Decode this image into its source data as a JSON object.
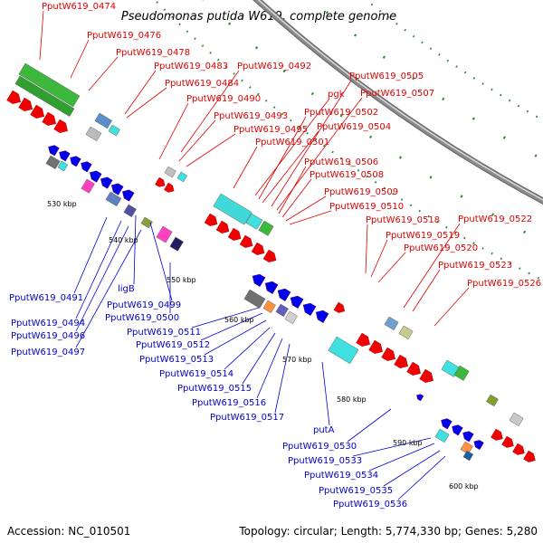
{
  "title": "Pseudomonas putida W619, complete genome",
  "footer": {
    "accession": "Accession: NC_010501",
    "summary": "Topology: circular; Length: 5,774,330 bp; Genes: 5,280"
  },
  "colors": {
    "forward_label": "#e00000",
    "reverse_label": "#0000d0",
    "backbone": "#8c8c8c",
    "tick_dots": "#2e8b2e"
  },
  "kbp_ticks": [
    "530 kbp",
    "540 kbp",
    "550 kbp",
    "560 kbp",
    "570 kbp",
    "580 kbp",
    "590 kbp",
    "600 kbp"
  ],
  "forward_genes": [
    "PputW619_0474",
    "PputW619_0476",
    "PputW619_0478",
    "PputW619_0483",
    "PputW619_0484",
    "PputW619_0490",
    "PputW619_0492",
    "PputW619_0493",
    "PputW619_0495",
    "PputW619_0501",
    "pgk",
    "PputW619_0502",
    "PputW619_0504",
    "PputW619_0505",
    "PputW619_0507",
    "PputW619_0506",
    "PputW619_0508",
    "PputW619_0509",
    "PputW619_0510",
    "PputW619_0518",
    "PputW619_0519",
    "PputW619_0520",
    "PputW619_0522",
    "PputW619_0523",
    "PputW619_0526"
  ],
  "reverse_genes": [
    "PputW619_0491",
    "ligB",
    "PputW619_0494",
    "PputW619_0499",
    "PputW619_0496",
    "PputW619_0500",
    "PputW619_0497",
    "PputW619_0511",
    "PputW619_0512",
    "PputW619_0513",
    "PputW619_0514",
    "PputW619_0515",
    "PputW619_0516",
    "PputW619_0517",
    "putA",
    "PputW619_0530",
    "PputW619_0533",
    "PputW619_0534",
    "PputW619_0535",
    "PputW619_0536"
  ]
}
